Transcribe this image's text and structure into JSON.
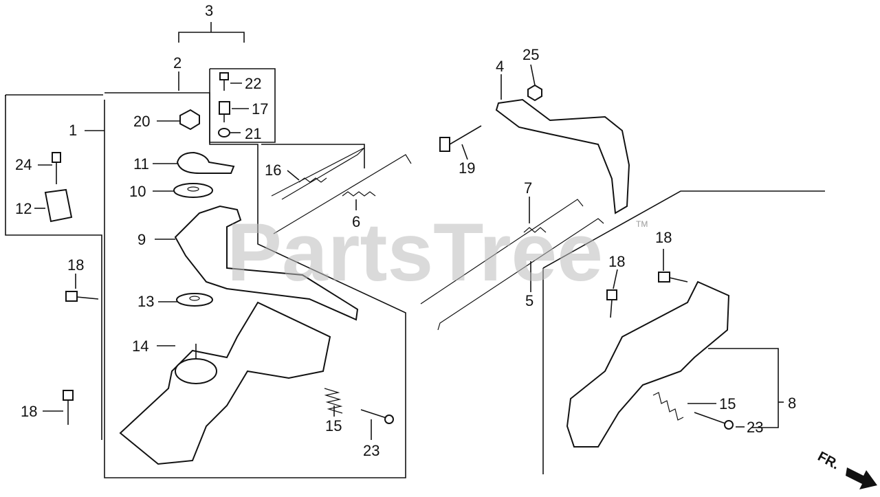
{
  "diagram": {
    "callouts": [
      {
        "id": "c3",
        "text": "3"
      },
      {
        "id": "c2",
        "text": "2"
      },
      {
        "id": "c1",
        "text": "1"
      },
      {
        "id": "c22",
        "text": "22"
      },
      {
        "id": "c17",
        "text": "17"
      },
      {
        "id": "c21",
        "text": "21"
      },
      {
        "id": "c20",
        "text": "20"
      },
      {
        "id": "c24",
        "text": "24"
      },
      {
        "id": "c12",
        "text": "12"
      },
      {
        "id": "c11",
        "text": "11"
      },
      {
        "id": "c10",
        "text": "10"
      },
      {
        "id": "c9",
        "text": "9"
      },
      {
        "id": "c18a",
        "text": "18"
      },
      {
        "id": "c13",
        "text": "13"
      },
      {
        "id": "c14",
        "text": "14"
      },
      {
        "id": "c18b",
        "text": "18"
      },
      {
        "id": "c16",
        "text": "16"
      },
      {
        "id": "c6",
        "text": "6"
      },
      {
        "id": "c15a",
        "text": "15"
      },
      {
        "id": "c23a",
        "text": "23"
      },
      {
        "id": "c19",
        "text": "19"
      },
      {
        "id": "c4",
        "text": "4"
      },
      {
        "id": "c25",
        "text": "25"
      },
      {
        "id": "c7",
        "text": "7"
      },
      {
        "id": "c5",
        "text": "5"
      },
      {
        "id": "c18c",
        "text": "18"
      },
      {
        "id": "c18d",
        "text": "18"
      },
      {
        "id": "c15b",
        "text": "15"
      },
      {
        "id": "c8",
        "text": "8"
      },
      {
        "id": "c23b",
        "text": "23"
      }
    ],
    "watermark": "PartsTree",
    "watermark_tm": "TM",
    "direction_label": "FR."
  }
}
